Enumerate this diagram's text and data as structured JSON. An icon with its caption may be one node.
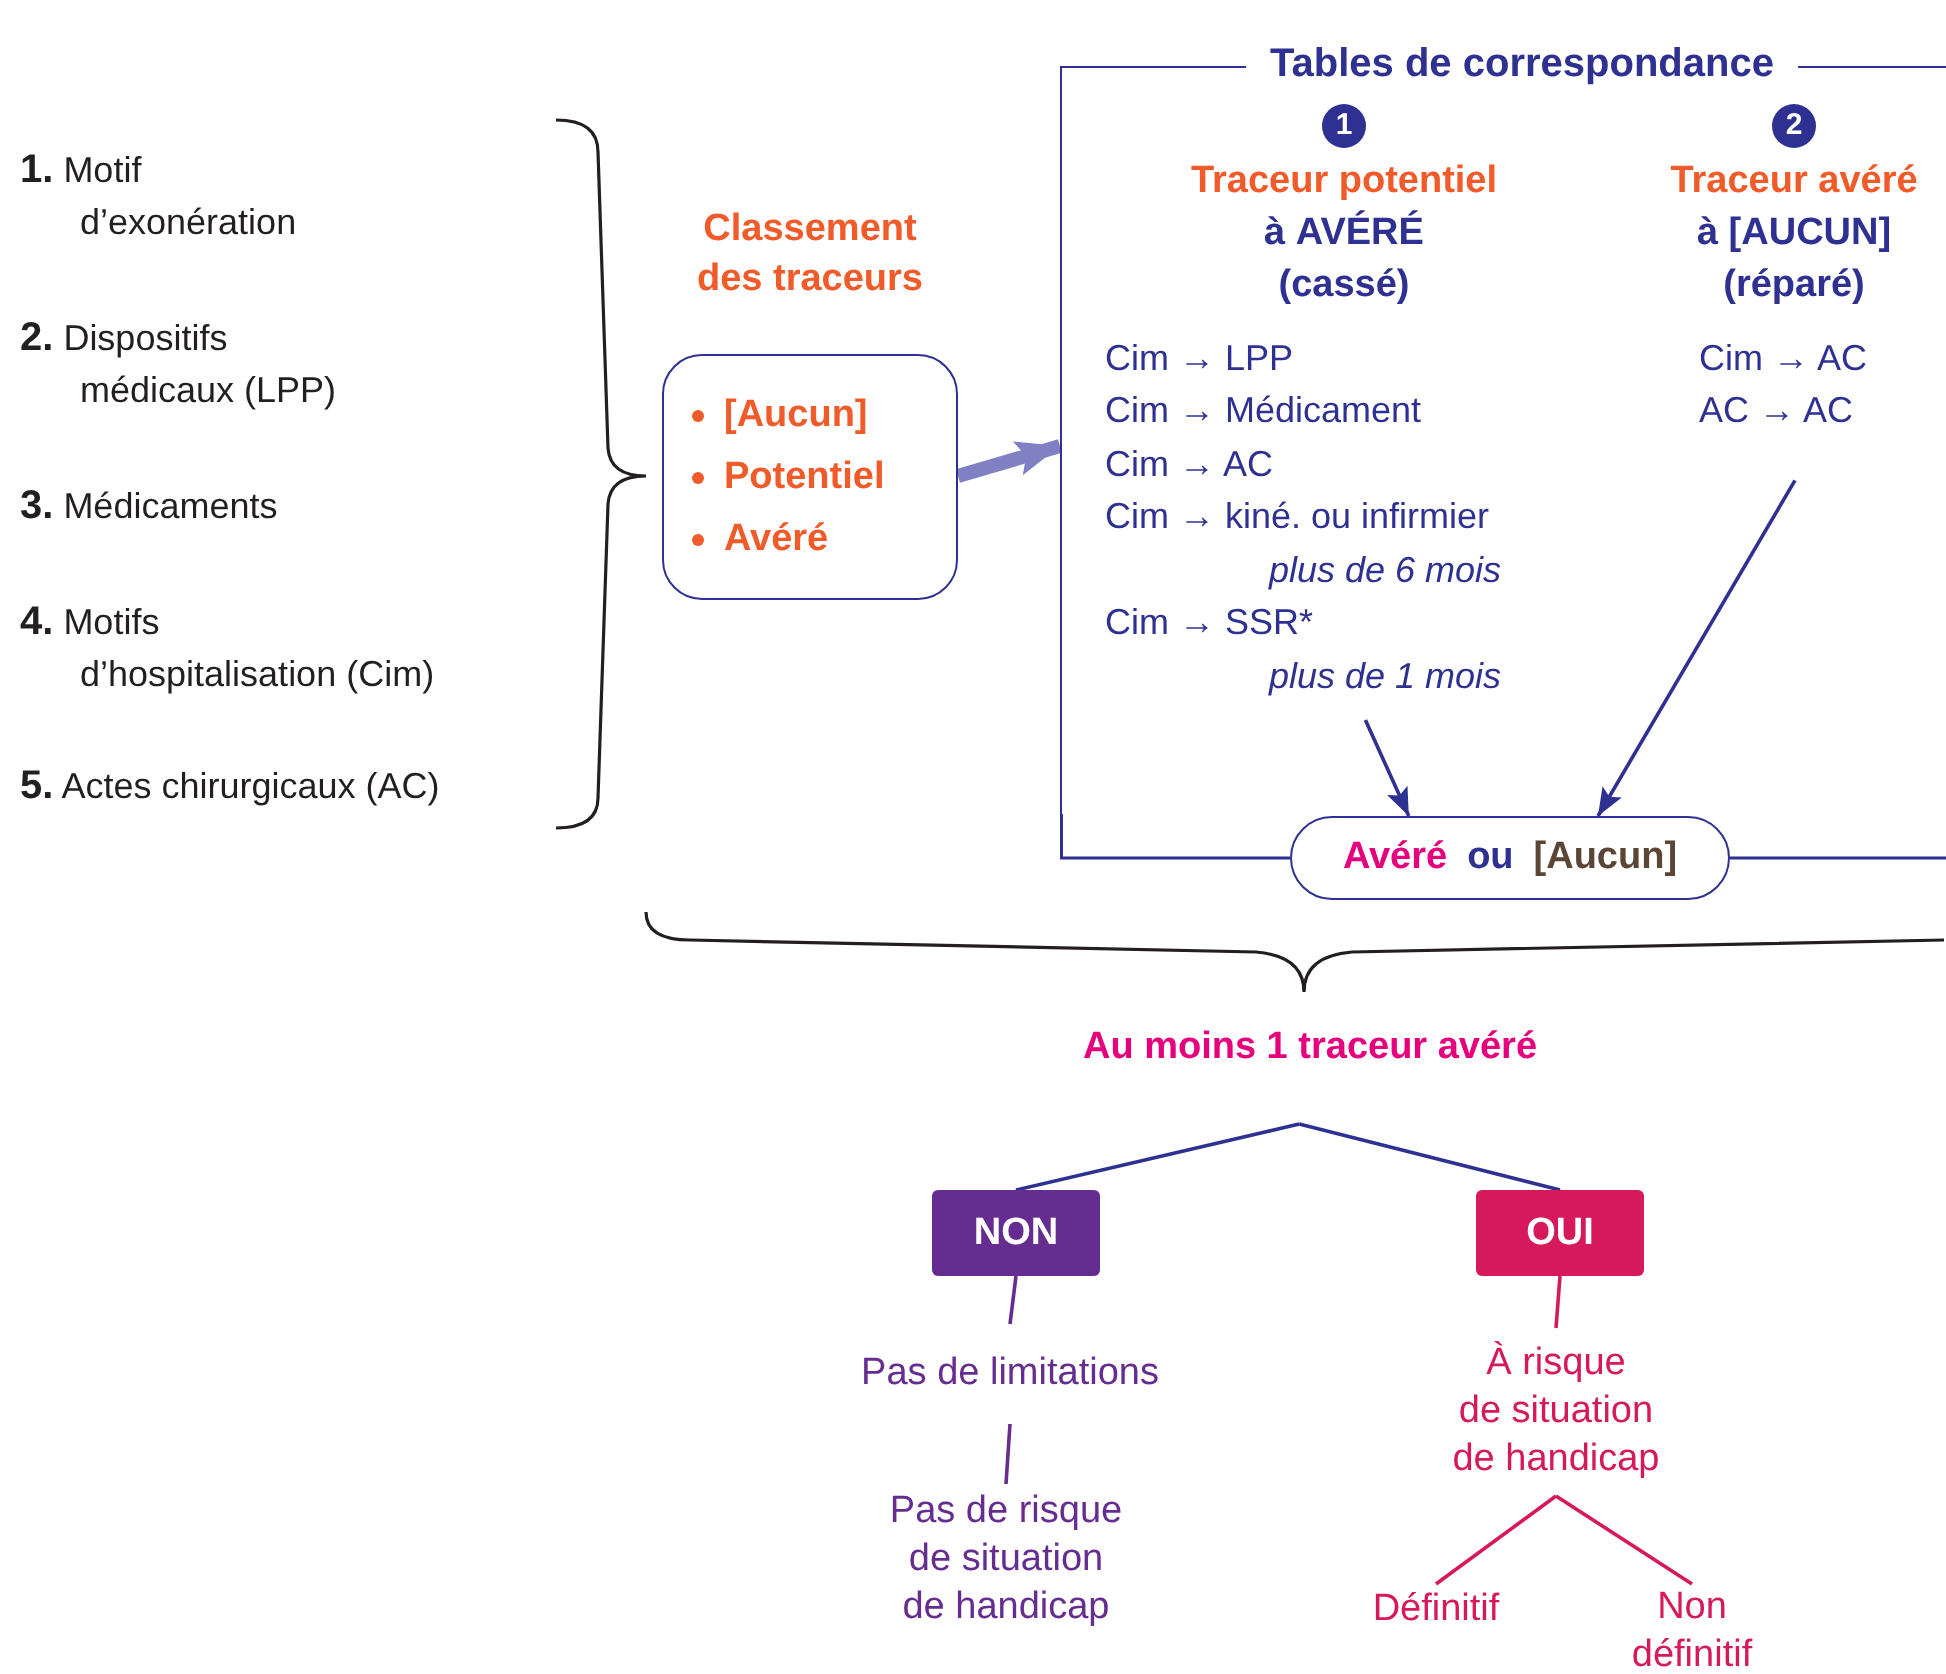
{
  "diagram": {
    "nodes": [
      {
        "text": [
          "Classement des traceurs",
          "[Aucun]",
          "Potentiel",
          "Avéré"
        ]
      },
      {
        "text": [
          "Tables de correspondance"
        ]
      },
      {
        "text": [
          "1",
          "Traceur potentiel",
          "à **AVÉRÉ**",
          "(cassé)"
        ],
        "in": 1
      },
      {
        "text": [
          "Cim → LPP",
          "Cim → Médicament",
          "Cim → AC",
          "Cim → kiné. ou infirmier",
          "plus de 6 mois",
          "Cim → SSR*",
          "plus de 1 mois"
        ],
        "in": 1
      },
      {
        "text": [
          "2",
          "Traceur avéré",
          "à **[AUCUN]**",
          "(réparé)"
        ],
        "in": 1
      },
      {
        "text": [
          "Cim → AC",
          "AC → AC"
        ],
        "in": 1
      },
      {
        "text": [
          "Avéré",
          "ou",
          "[Aucun]"
        ]
      },
      {
        "text": [
          "Au moins 1 traceur avéré"
        ]
      },
      {
        "text": [
          "NON"
        ]
      },
      {
        "text": [
          "OUI"
        ]
      },
      {
        "text": [
          "Pas de limitations"
        ]
      },
      {
        "text": [
          "Pas de risque de situation de handicap"
        ]
      },
      {
        "text": [
          "À risque de situation de handicap"
        ]
      },
      {
        "text": [
          "Définitif"
        ]
      },
      {
        "text": [
          "Non définitif"
        ]
      }
    ],
    "edges": [
      {
        "from": 0,
        "to": 1,
        "arrow": "to",
        "style": "thick",
        "color": "#8080c4"
      },
      {
        "from": 3,
        "to": 6,
        "arrow": "to"
      },
      {
        "from": 5,
        "to": 6,
        "arrow": "to"
      },
      {
        "from": 7,
        "to": 8,
        "arrow": "none"
      },
      {
        "from": 7,
        "to": 9,
        "arrow": "none"
      },
      {
        "from": 8,
        "to": 10,
        "arrow": "none",
        "color": "#662d91"
      },
      {
        "from": 10,
        "to": 11,
        "arrow": "none",
        "color": "#662d91"
      },
      {
        "from": 9,
        "to": 12,
        "arrow": "none",
        "color": "#d6195b"
      },
      {
        "from": 12,
        "to": 13,
        "arrow": "none",
        "color": "#d6195b"
      },
      {
        "from": 12,
        "to": 14,
        "arrow": "none",
        "color": "#d6195b"
      }
    ],
    "labels": [
      "**1.** Motif d’exonération",
      "**2.** Dispositifs médicaux (LPP)",
      "**3.** Médicaments",
      "**4.** Motifs d’hospitalisation (Cim)",
      "**5.** Actes chirurgicaux (AC)"
    ]
  }
}
